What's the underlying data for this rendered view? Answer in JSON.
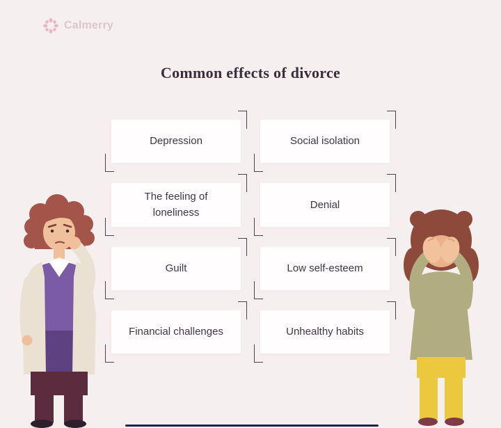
{
  "brand": {
    "name": "Calmerry"
  },
  "title": "Common effects of divorce",
  "cards": [
    {
      "label": "Depression"
    },
    {
      "label": "Social isolation"
    },
    {
      "label": "The feeling of loneliness"
    },
    {
      "label": "Denial"
    },
    {
      "label": "Guilt"
    },
    {
      "label": "Low self-esteem"
    },
    {
      "label": "Financial challenges"
    },
    {
      "label": "Unhealthy habits"
    }
  ],
  "icons": {
    "logo": "flower-icon"
  },
  "colors": {
    "background": "#f6eff0",
    "card": "#fffdfe",
    "title": "#3b2d3a",
    "card_text": "#3d3744",
    "bracket": "#4a4150",
    "logo_icon": "#e4bac7",
    "logo_text": "#dcc6cd",
    "floor_line": "#232246",
    "man_hair": "#a4554a",
    "man_jacket": "#ebe1d3",
    "man_shirt": "#7b5aa6",
    "man_pants": "#5a2c3e",
    "woman_hair": "#8d4a3a",
    "woman_sweater": "#b2ad80",
    "woman_pants": "#ecc83e"
  }
}
